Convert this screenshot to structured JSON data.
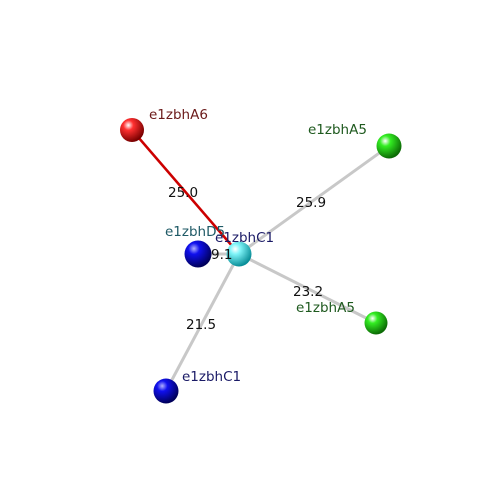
{
  "nodes": {
    "center": {
      "label": "e1zbhC1",
      "color": "#26d8e0",
      "label_color": "#1a1a66"
    },
    "a6": {
      "label": "e1zbhA6",
      "color": "#dd0000",
      "label_color": "#6b1a1a"
    },
    "a5_top": {
      "label": "e1zbhA5",
      "color": "#22cc11",
      "label_color": "#1f5a1f"
    },
    "d5": {
      "label": "e1zbhD5",
      "color": "#0000cc",
      "label_color": "#1f5a66"
    },
    "a5_low": {
      "label": "e1zbhA5",
      "color": "#22cc11",
      "label_color": "#1f5a1f"
    },
    "c1_low": {
      "label": "e1zbhC1",
      "color": "#0000cc",
      "label_color": "#1a1a66"
    }
  },
  "edges": {
    "center_a6": {
      "value": "25.0",
      "color": "#cc0000"
    },
    "center_a5_top": {
      "value": "25.9",
      "color": "#c8c8c8"
    },
    "center_d5": {
      "value": "9.1",
      "color": "#c8c8c8"
    },
    "center_a5_low": {
      "value": "23.2",
      "color": "#c8c8c8"
    },
    "center_c1_low": {
      "value": "21.5",
      "color": "#c8c8c8"
    }
  }
}
